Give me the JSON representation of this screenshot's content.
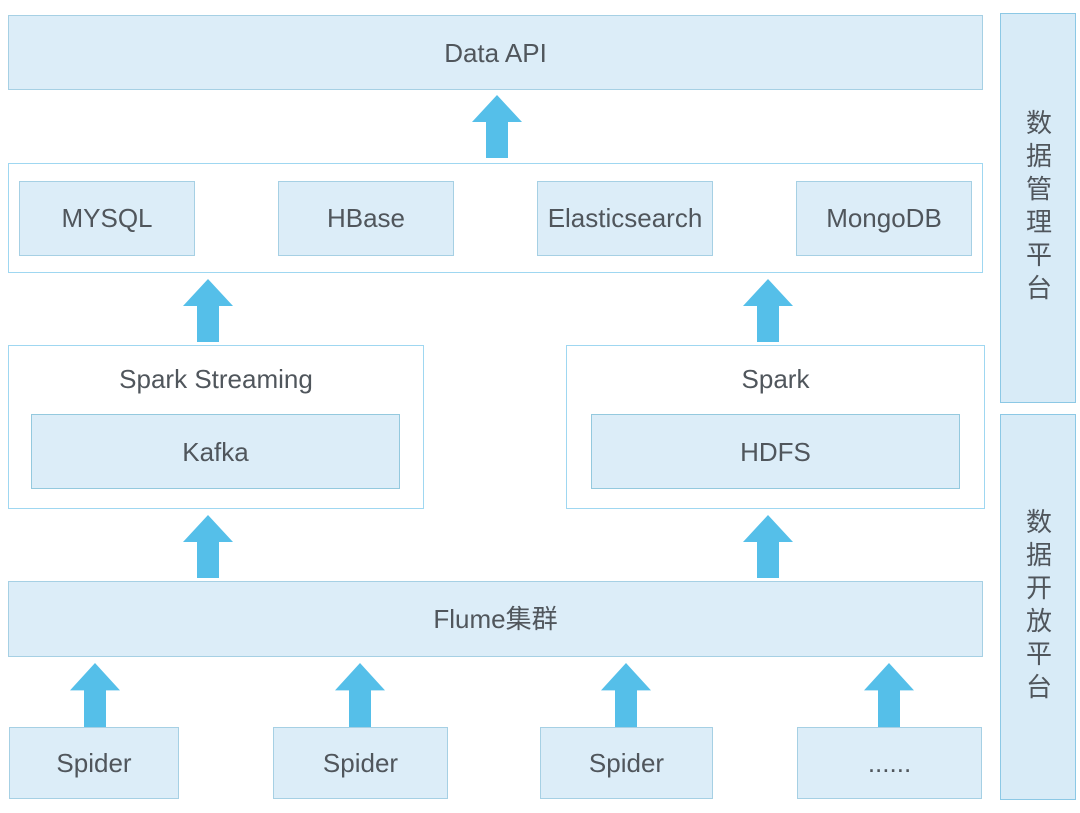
{
  "diagram": {
    "api_layer": {
      "label": "Data API"
    },
    "storage_layer": {
      "items": [
        "MYSQL",
        "HBase",
        "Elasticsearch",
        "MongoDB"
      ]
    },
    "processing_layer": [
      {
        "title": "Spark Streaming",
        "inner": "Kafka"
      },
      {
        "title": "Spark",
        "inner": "HDFS"
      }
    ],
    "ingest_layer": {
      "label": "Flume集群"
    },
    "source_layer": {
      "items": [
        "Spider",
        "Spider",
        "Spider",
        "......"
      ]
    },
    "sidebars": [
      {
        "label": "数据管理平台"
      },
      {
        "label": "数据开放平台"
      }
    ]
  },
  "icons": {
    "up_arrow": "up-arrow"
  },
  "colors": {
    "arrow": "#55bfe9",
    "fill": "#dcedf8",
    "boxBorder": "#a6d0e4",
    "innerBorder": "#94c9de",
    "containerBorder": "#9fd7f1",
    "sidebarFill": "#d8ebf7",
    "sidebarBorder": "#8cc8e5",
    "text": "#50565c"
  }
}
